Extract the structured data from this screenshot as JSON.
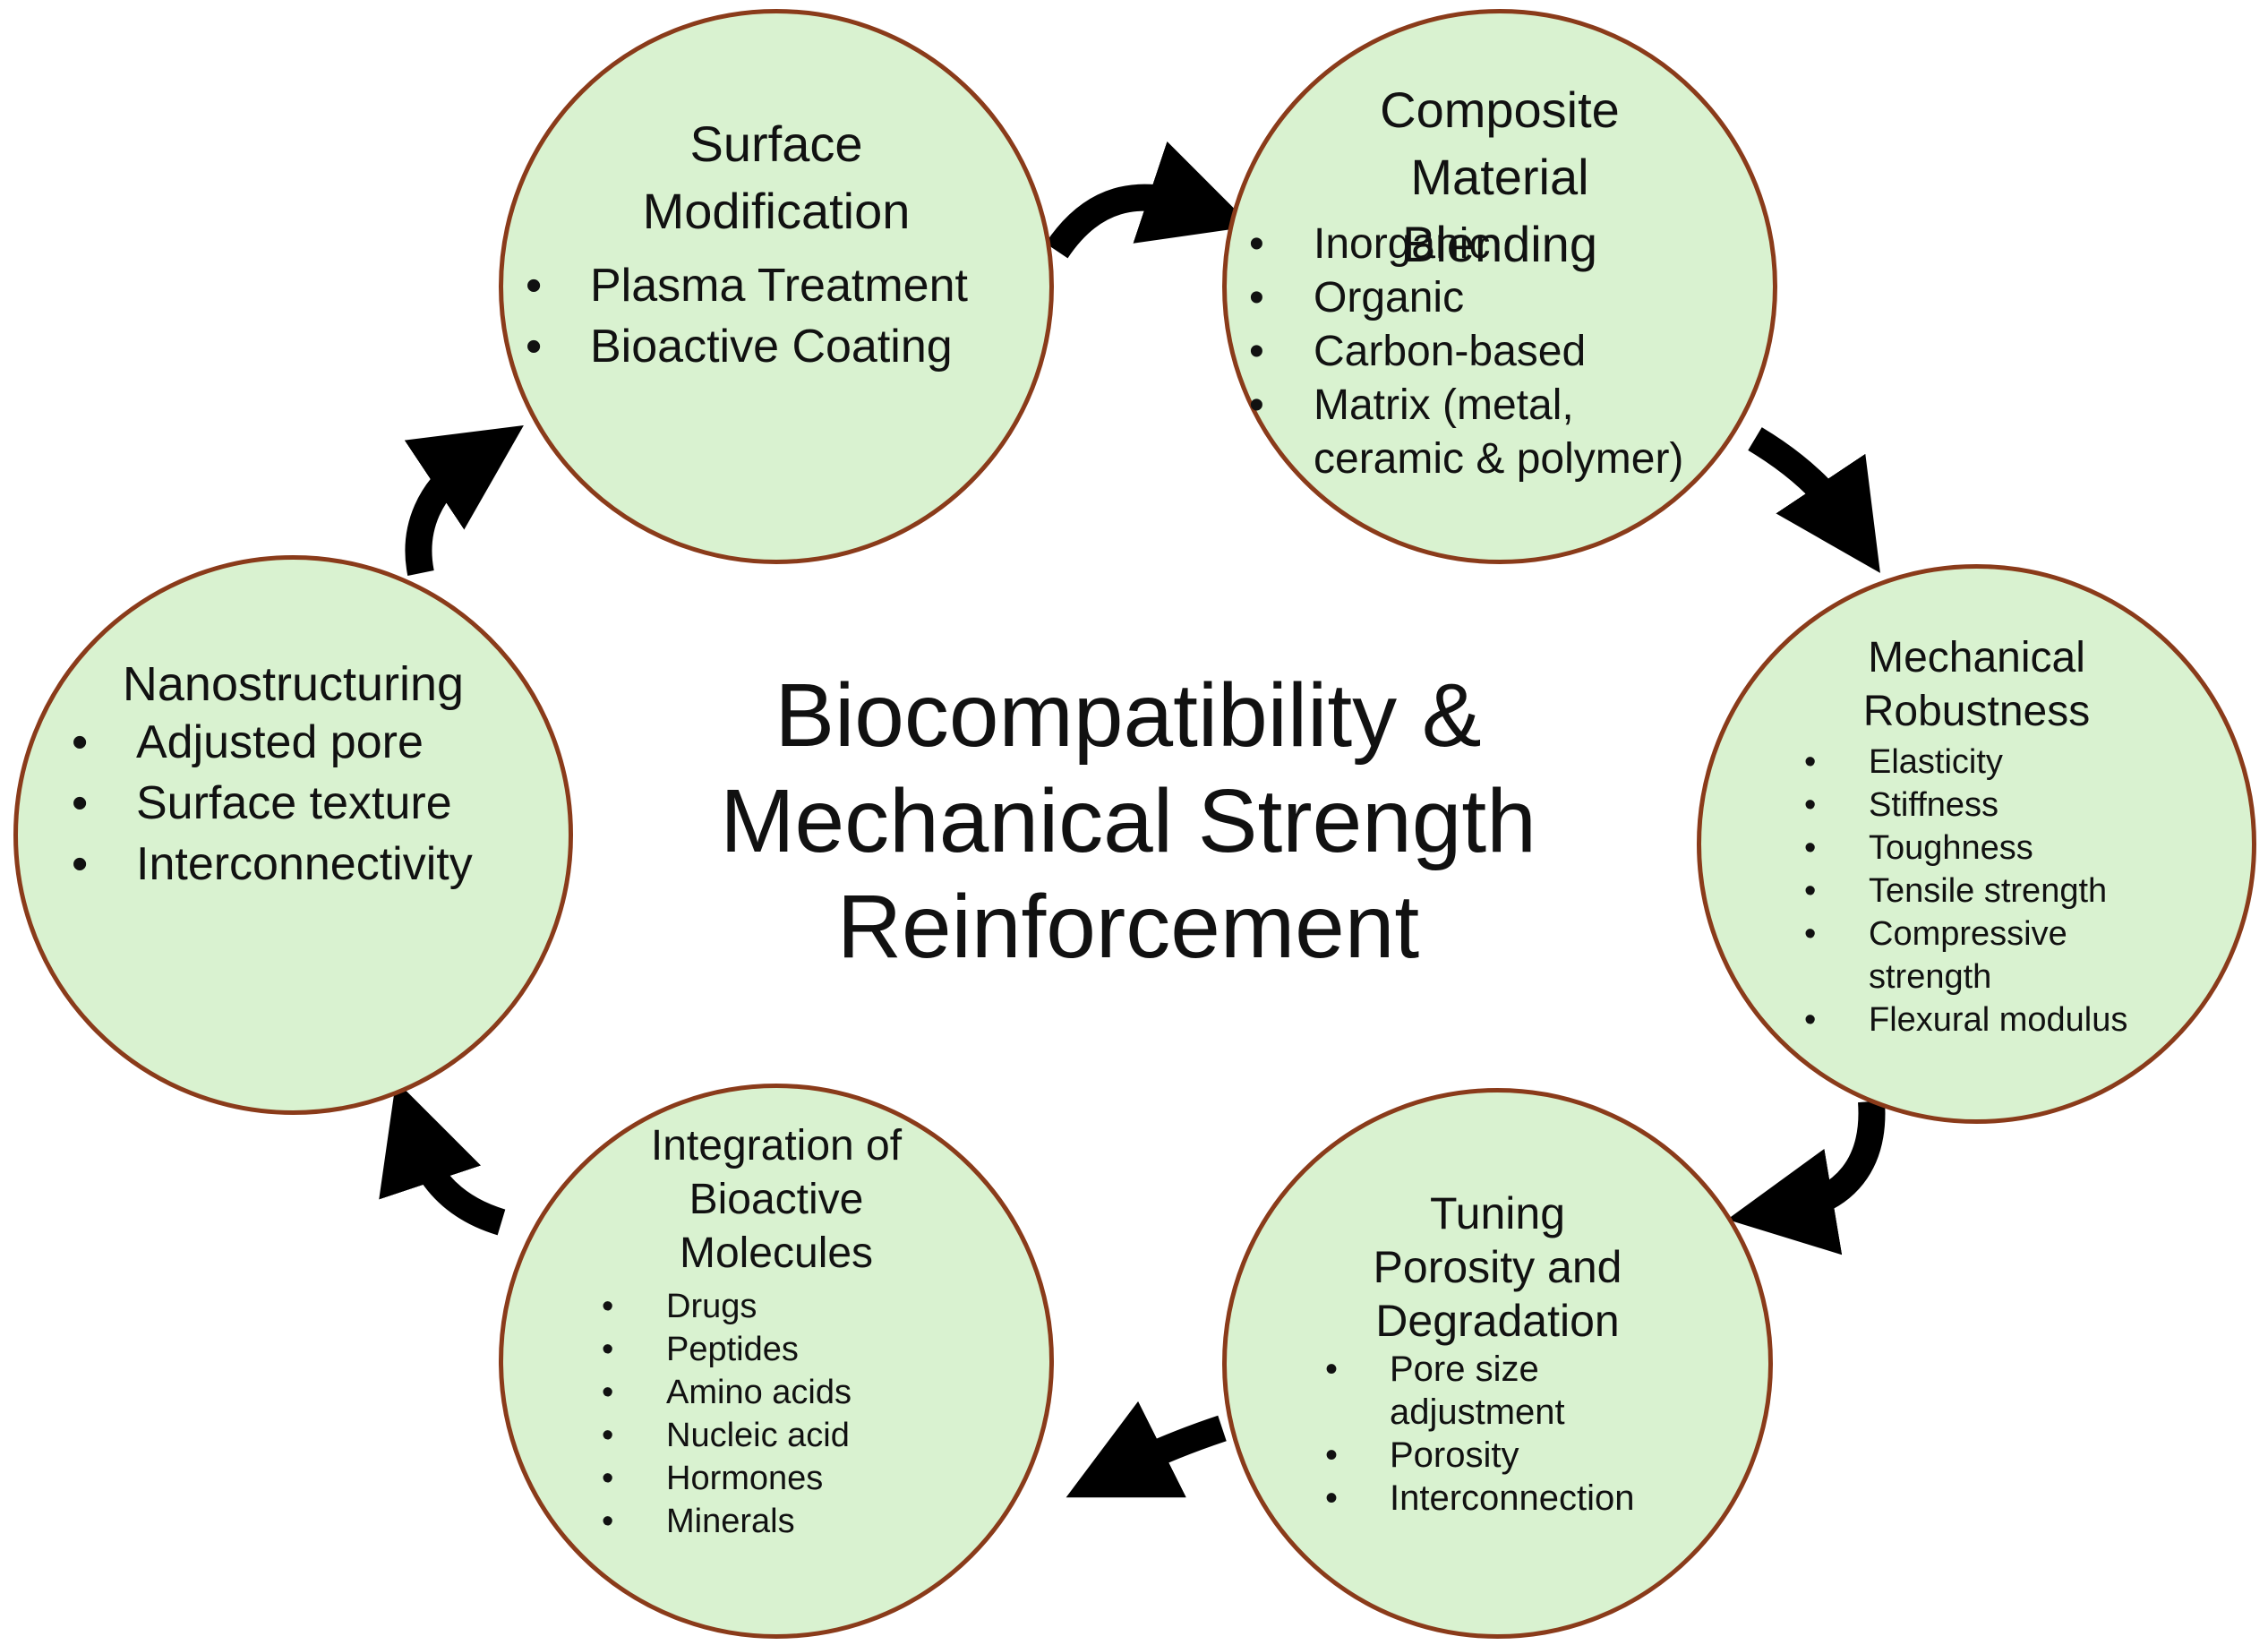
{
  "center_title": "Biocompatibility & Mechanical Strength Reinforcement",
  "colors": {
    "circle_fill": "#d9f2d0",
    "circle_border": "#8a3b1a",
    "arrow": "#000000"
  },
  "nodes": {
    "surface": {
      "title": "Surface Modification",
      "items": [
        "Plasma Treatment",
        "Bioactive Coating"
      ]
    },
    "composite": {
      "title": "Composite Material Blending",
      "items": [
        "Inorganic",
        "Organic",
        "Carbon-based",
        "Matrix (metal, ceramic & polymer)"
      ]
    },
    "mechanical": {
      "title": "Mechanical Robustness",
      "items": [
        "Elasticity",
        "Stiffness",
        "Toughness",
        "Tensile strength",
        "Compressive strength",
        "Flexural modulus"
      ]
    },
    "porosity": {
      "title": "Tuning Porosity and Degradation",
      "items": [
        "Pore size adjustment",
        "Porosity",
        "Interconnection"
      ]
    },
    "bioactive": {
      "title": "Integration of Bioactive Molecules",
      "items": [
        "Drugs",
        "Peptides",
        "Amino acids",
        "Nucleic acid",
        "Hormones",
        "Minerals"
      ]
    },
    "nano": {
      "title": "Nanostructuring",
      "items": [
        "Adjusted pore",
        "Surface texture",
        "Interconnectivity"
      ]
    }
  },
  "arrow_icons": [
    "curved-arrow-icon"
  ]
}
